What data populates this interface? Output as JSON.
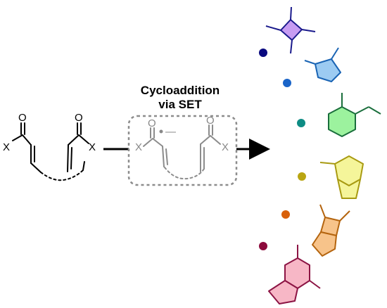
{
  "title_line1": "Cycloaddition",
  "title_line2": "via SET",
  "atoms": {
    "oxygen": "O",
    "substituent": "X",
    "radical_minus": "—"
  },
  "colors": {
    "cyclobutane_fill": "#c79cf2",
    "cyclobutane_dot": "#0a0a80",
    "cyclopentane_fill": "#9ccbf2",
    "cyclopentane_dot": "#1a64c8",
    "cyclohexane_fill": "#9cf29e",
    "cyclohexane_dot": "#0e8c84",
    "bicyclic_fill": "#f5f59a",
    "bicyclic_dot": "#b9a512",
    "fused_fill": "#f7c38a",
    "fused_dot": "#d8600a",
    "tricyclic_fill": "#f7b7c6",
    "tricyclic_dot": "#8c0a3c",
    "box_stroke": "#8c8c8c"
  }
}
